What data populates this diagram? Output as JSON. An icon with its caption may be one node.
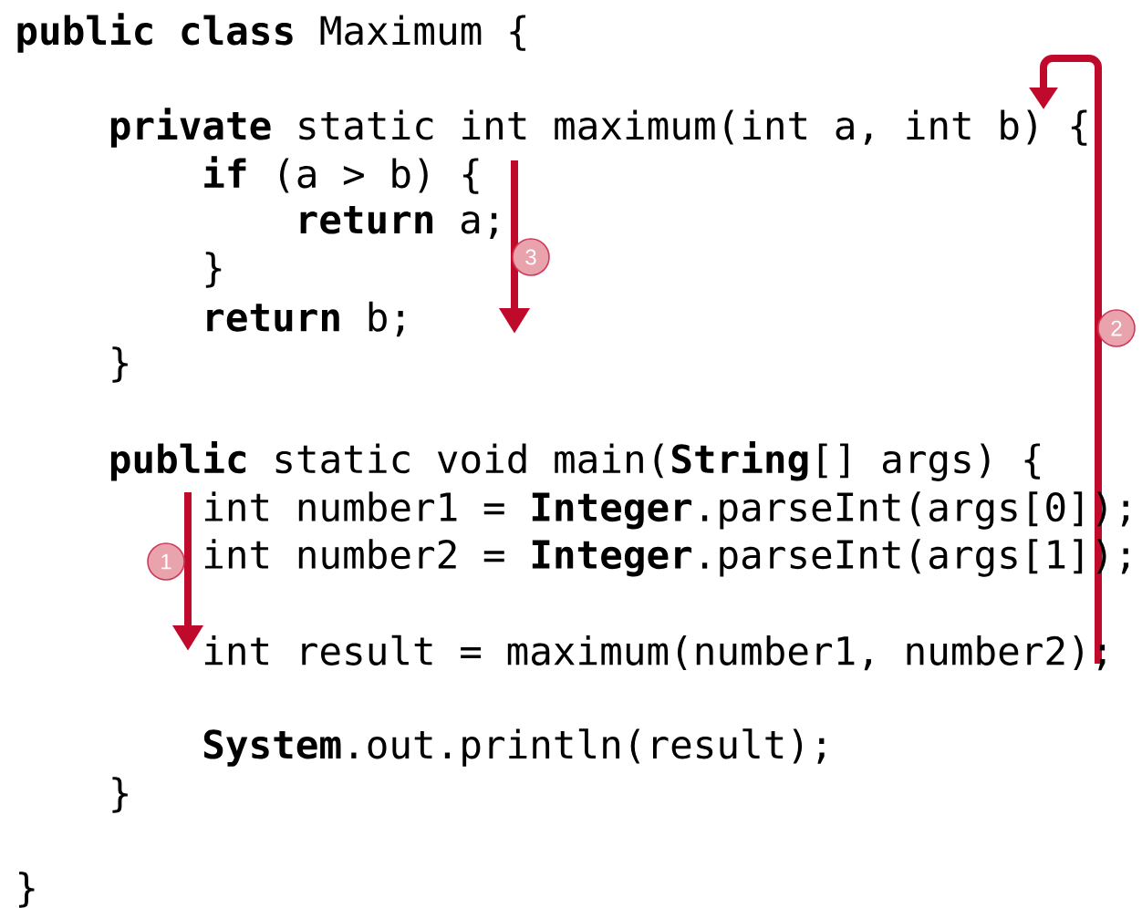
{
  "diagram": {
    "labels": [
      "**public class** Maximum {",
      "**private** static int maximum(int a, int b) {",
      "**if** (a > b) {",
      "**return** a;",
      "3",
      "}",
      "**return** b;",
      "2",
      "}",
      "**public** static void main(**String**[] args) {",
      "int number1 = **Integer**.parseInt(args[0]);",
      "1",
      "int number2 = **Integer**.parseInt(args[1]);",
      "int result = maximum(number1, number2);",
      "**System**.out.println(result);",
      "}",
      "}"
    ]
  }
}
